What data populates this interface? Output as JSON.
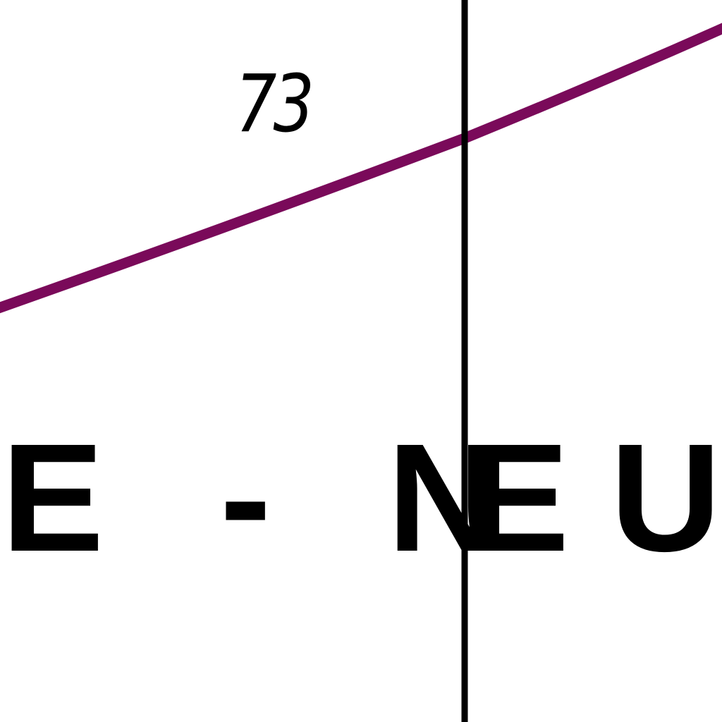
{
  "map": {
    "contour_label": "73",
    "place_name_left": "E - N",
    "place_name_right": "EU",
    "colors": {
      "background": "#ffffff",
      "route_line": "#7a0a5a",
      "boundary_line": "#000000",
      "text": "#000000"
    }
  }
}
